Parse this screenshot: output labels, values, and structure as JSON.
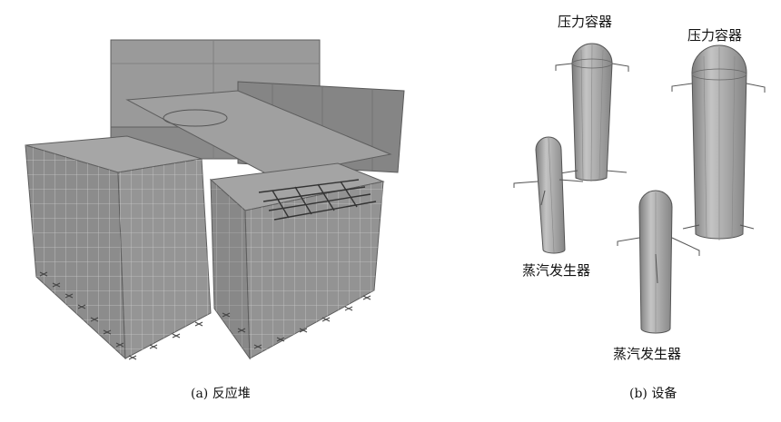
{
  "captions": {
    "left": "(a) 反应堆",
    "right": "(b) 设备"
  },
  "labels": {
    "pressure_vessel_1": "压力容器",
    "pressure_vessel_2": "压力容器",
    "steam_generator_1": "蒸汽发生器",
    "steam_generator_2": "蒸汽发生器"
  },
  "colors": {
    "model_fill": "#8e8e8e",
    "model_stroke": "#5a5a5a",
    "grid_line": "#c8c8c8",
    "vessel_fill": "#a9a9a9"
  }
}
